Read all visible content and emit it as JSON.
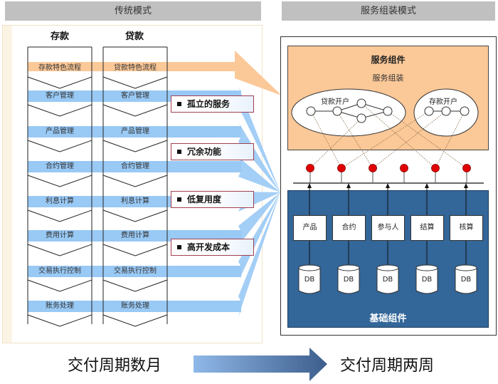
{
  "headers": {
    "left": "传统模式",
    "right": "服务组装模式"
  },
  "traditional": {
    "columns": [
      {
        "title": "存款",
        "steps": [
          "存款特色流程",
          "客户管理",
          "产品管理",
          "合约管理",
          "利息计算",
          "费用计算",
          "交易执行控制",
          "账务处理"
        ]
      },
      {
        "title": "贷款",
        "steps": [
          "贷款特色流程",
          "客户管理",
          "产品管理",
          "合约管理",
          "利息计算",
          "费用计算",
          "交易执行控制",
          "账务处理"
        ]
      }
    ],
    "callouts": [
      "孤立的服务",
      "冗余功能",
      "低复用度",
      "高开发成本"
    ]
  },
  "service_assembly": {
    "service_component_title": "服务组件",
    "service_assembly_label": "服务组装",
    "groups": [
      {
        "label": "贷款开户"
      },
      {
        "label": "存款开户"
      }
    ],
    "service_point_count": 6,
    "modules": [
      "产品",
      "合约",
      "参与人",
      "结算",
      "核算"
    ],
    "db_label": "DB",
    "base_component_title": "基础组件"
  },
  "bottom": {
    "from": "交付周期数月",
    "to": "交付周期两周"
  },
  "colors": {
    "header_bg": "#c0c0c0",
    "orange_arrow": "#fbc898",
    "blue_band": "#99c9f5",
    "service_box": "#fbc898",
    "base_box": "#336699",
    "red_dot": "#e00000",
    "callout_border": "#a04050"
  }
}
